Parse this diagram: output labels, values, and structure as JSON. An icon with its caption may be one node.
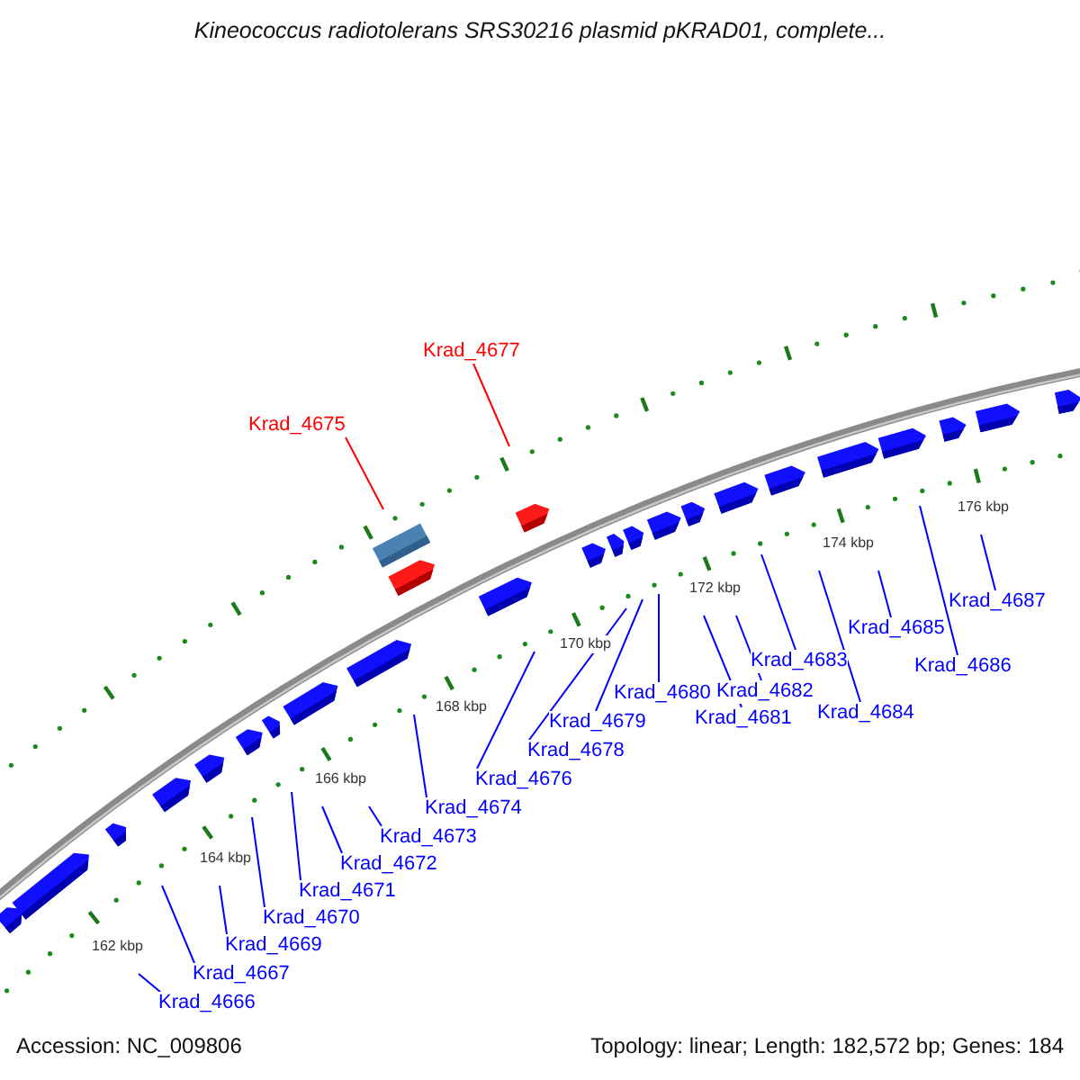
{
  "diagram": {
    "title": "Kineococcus radiotolerans SRS30216 plasmid pKRAD01, complete...",
    "nodes": [
      {
        "text": [
          "Krad_4666"
        ]
      },
      {
        "text": [
          "Krad_4667"
        ]
      },
      {
        "text": [
          "Krad_4669"
        ]
      },
      {
        "text": [
          "Krad_4670"
        ]
      },
      {
        "text": [
          "Krad_4671"
        ]
      },
      {
        "text": [
          "Krad_4672"
        ]
      },
      {
        "text": [
          "Krad_4673"
        ]
      },
      {
        "text": [
          "Krad_4674"
        ]
      },
      {
        "text": [
          "Krad_4675"
        ]
      },
      {
        "text": [
          "Krad_4676"
        ]
      },
      {
        "text": [
          "Krad_4677"
        ]
      },
      {
        "text": [
          "Krad_4678"
        ]
      },
      {
        "text": [
          "Krad_4679"
        ]
      },
      {
        "text": [
          "Krad_4680"
        ]
      },
      {
        "text": [
          "Krad_4681"
        ]
      },
      {
        "text": [
          "Krad_4682"
        ]
      },
      {
        "text": [
          "Krad_4683"
        ]
      },
      {
        "text": [
          "Krad_4684"
        ]
      },
      {
        "text": [
          "Krad_4685"
        ]
      },
      {
        "text": [
          "Krad_4686"
        ]
      },
      {
        "text": [
          "Krad_4687"
        ]
      }
    ],
    "edges": [
      {
        "from": 0,
        "to": null,
        "arrow": "none"
      },
      {
        "from": 1,
        "to": null,
        "arrow": "none"
      },
      {
        "from": 2,
        "to": null,
        "arrow": "none"
      },
      {
        "from": 3,
        "to": null,
        "arrow": "none"
      },
      {
        "from": 4,
        "to": null,
        "arrow": "none"
      },
      {
        "from": 5,
        "to": null,
        "arrow": "none"
      },
      {
        "from": 6,
        "to": null,
        "arrow": "none"
      },
      {
        "from": 7,
        "to": null,
        "arrow": "none"
      },
      {
        "from": 8,
        "to": null,
        "arrow": "none",
        "color": "#ff0000"
      },
      {
        "from": 9,
        "to": null,
        "arrow": "none"
      },
      {
        "from": 10,
        "to": null,
        "arrow": "none",
        "color": "#ff0000"
      },
      {
        "from": 11,
        "to": null,
        "arrow": "none"
      },
      {
        "from": 12,
        "to": null,
        "arrow": "none"
      },
      {
        "from": 13,
        "to": null,
        "arrow": "none"
      },
      {
        "from": 14,
        "to": null,
        "arrow": "none"
      },
      {
        "from": 15,
        "to": null,
        "arrow": "none"
      },
      {
        "from": 16,
        "to": null,
        "arrow": "none"
      },
      {
        "from": 17,
        "to": null,
        "arrow": "none"
      },
      {
        "from": 18,
        "to": null,
        "arrow": "none"
      },
      {
        "from": 19,
        "to": null,
        "arrow": "none"
      },
      {
        "from": 20,
        "to": null,
        "arrow": "none"
      }
    ],
    "labels": [
      "162 kbp",
      "164 kbp",
      "166 kbp",
      "168 kbp",
      "170 kbp",
      "172 kbp",
      "174 kbp",
      "176 kbp",
      "Accession: NC_009806",
      "Topology: linear; Length: 182,572 bp; Genes: 184"
    ]
  }
}
